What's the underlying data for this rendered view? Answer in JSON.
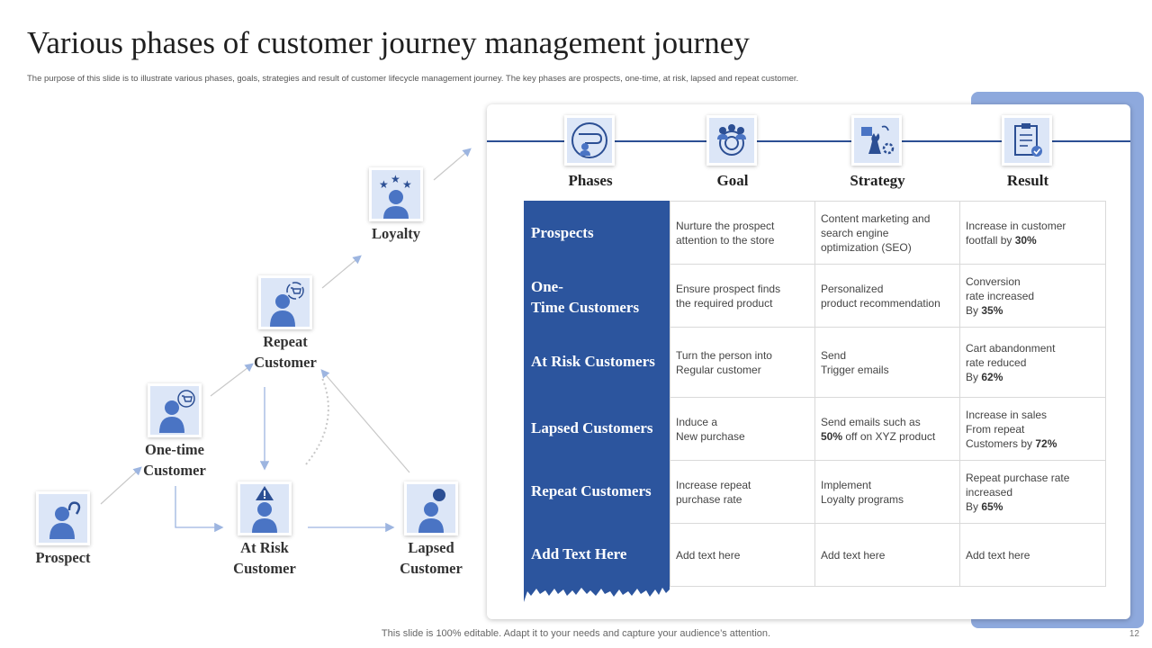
{
  "slide": {
    "title": "Various phases of customer journey management journey",
    "subtitle": "The purpose of this slide is to illustrate various phases, goals, strategies and result of customer lifecycle management journey. The key phases are prospects, one-time, at risk, lapsed and repeat customer.",
    "footer": "This slide is 100% editable. Adapt it to your needs and capture your audience’s attention.",
    "page_number": "12"
  },
  "journey": {
    "nodes": [
      {
        "label_line1": "Prospect",
        "label_line2": "",
        "icon": "user-return-icon"
      },
      {
        "label_line1": "One-time",
        "label_line2": "Customer",
        "icon": "user-cart-icon"
      },
      {
        "label_line1": "At Risk",
        "label_line2": "Customer",
        "icon": "user-warning-icon"
      },
      {
        "label_line1": "Lapsed",
        "label_line2": "Customer",
        "icon": "user-dot-icon"
      },
      {
        "label_line1": "Repeat",
        "label_line2": "Customer",
        "icon": "user-cart-repeat-icon"
      },
      {
        "label_line1": "Loyalty",
        "label_line2": "",
        "icon": "user-stars-icon"
      }
    ]
  },
  "table": {
    "headers": [
      {
        "label": "Phases",
        "icon": "journey-path-icon"
      },
      {
        "label": "Goal",
        "icon": "team-target-icon"
      },
      {
        "label": "Strategy",
        "icon": "chess-strategy-icon"
      },
      {
        "label": "Result",
        "icon": "checklist-icon"
      }
    ],
    "phases": [
      {
        "line1": "Prospects",
        "line2": ""
      },
      {
        "line1": "One-",
        "line2": "Time Customers"
      },
      {
        "line1": "At Risk Customers",
        "line2": ""
      },
      {
        "line1": "Lapsed Customers",
        "line2": ""
      },
      {
        "line1": "Repeat Customers",
        "line2": ""
      },
      {
        "line1": "Add Text Here",
        "line2": ""
      }
    ],
    "rows": [
      {
        "goal": [
          "Nurture the prospect",
          "attention to the store"
        ],
        "strategy": [
          "Content marketing and",
          "search engine",
          "optimization (SEO)"
        ],
        "result": {
          "lines": [
            "Increase in customer",
            "footfall  by "
          ],
          "highlight": "30%"
        }
      },
      {
        "goal": [
          "Ensure prospect finds",
          "the required product"
        ],
        "strategy": [
          "Personalized",
          "product recommendation"
        ],
        "result": {
          "lines": [
            "Conversion",
            "rate increased",
            "By "
          ],
          "highlight": "35%"
        }
      },
      {
        "goal": [
          "Turn the person into",
          "Regular customer"
        ],
        "strategy": [
          "Send",
          "Trigger  emails"
        ],
        "result": {
          "lines": [
            "Cart abandonment",
            "rate reduced",
            "By "
          ],
          "highlight": "62%"
        }
      },
      {
        "goal": [
          "Induce a",
          "New purchase"
        ],
        "strategy_prefix": "Send emails such as",
        "strategy_highlight": "50%",
        "strategy_suffix": " off on XYZ product",
        "result": {
          "lines": [
            "Increase in sales",
            "From repeat",
            "Customers by "
          ],
          "highlight": "72%"
        }
      },
      {
        "goal": [
          "Increase repeat",
          "purchase rate"
        ],
        "strategy": [
          "Implement",
          "Loyalty programs"
        ],
        "result": {
          "lines": [
            "Repeat purchase rate",
            "increased",
            "By "
          ],
          "highlight": "65%"
        }
      },
      {
        "goal": [
          "Add text here"
        ],
        "strategy": [
          "Add text here"
        ],
        "result": {
          "lines": [
            "Add text here"
          ],
          "highlight": ""
        }
      }
    ]
  },
  "colors": {
    "primary_blue": "#2c559e",
    "icon_blue": "#4a74c4",
    "icon_bg": "#dce6f7",
    "accent_bar": "#8ea9dd",
    "arrow": "#9db5e0"
  }
}
